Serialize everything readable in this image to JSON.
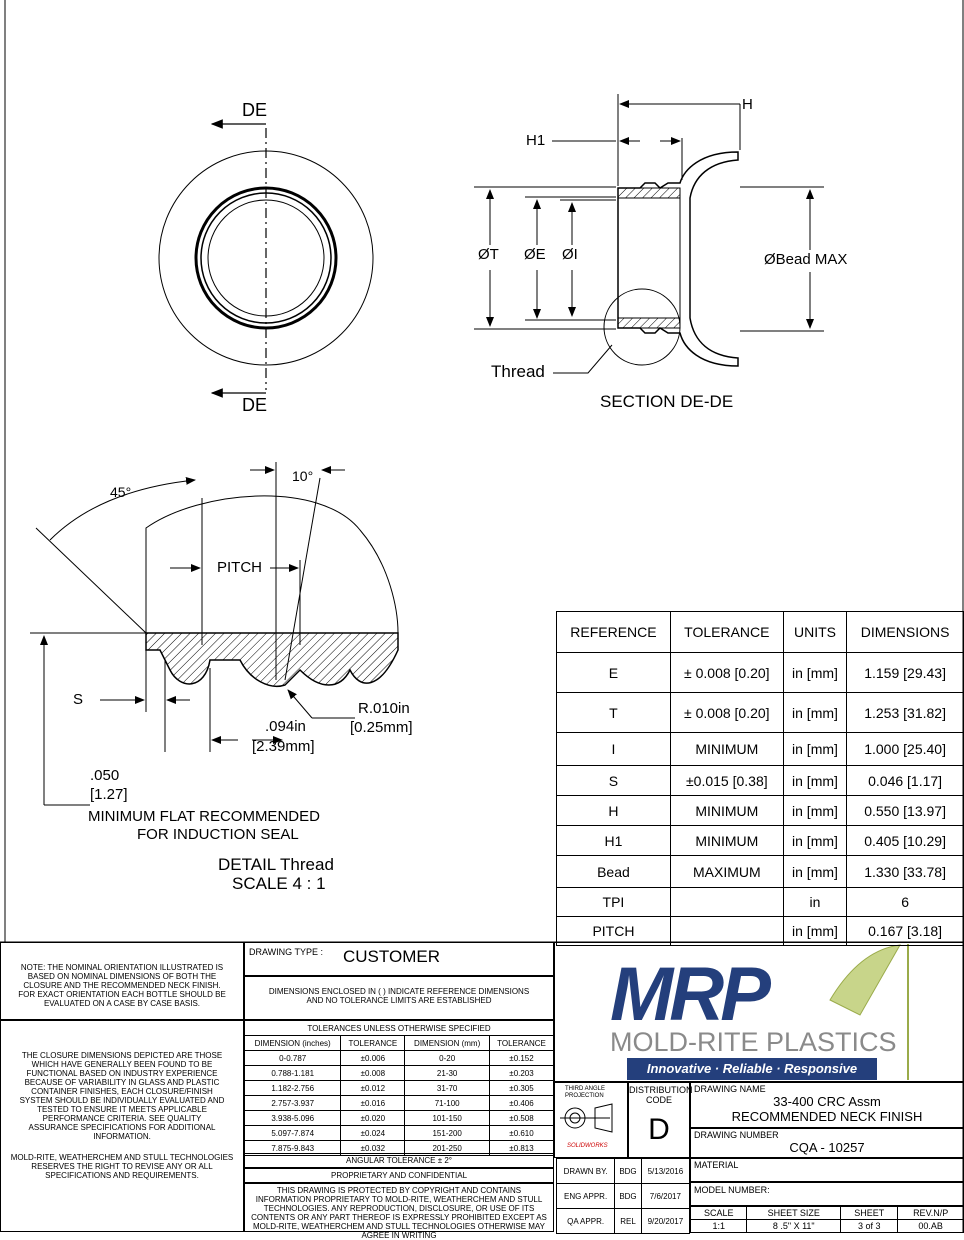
{
  "views": {
    "top_section_label": "DE",
    "bottom_section_label": "DE",
    "dim_H": "H",
    "dim_H1": "H1",
    "dim_T": "ØT",
    "dim_E": "ØE",
    "dim_I": "ØI",
    "dim_bead": "ØBead MAX",
    "thread_callout": "Thread",
    "section_title": "SECTION DE-DE",
    "angle_45": "45°",
    "angle_10": "10°",
    "pitch": "PITCH",
    "dim_S": "S",
    "radius_in": "R.010in",
    "radius_mm": "[0.25mm]",
    "width_in": ".094in",
    "width_mm": "[2.39mm]",
    "flat_in": ".050",
    "flat_mm": "[1.27]",
    "flat_note_1": "MINIMUM FLAT RECOMMENDED",
    "flat_note_2": "FOR INDUCTION SEAL",
    "detail_title": "DETAIL Thread",
    "detail_scale": "SCALE 4 : 1"
  },
  "dimension_table": {
    "headers": [
      "REFERENCE",
      "TOLERANCE",
      "UNITS",
      "DIMENSIONS"
    ],
    "rows": [
      [
        "E",
        "± 0.008 [0.20]",
        "in [mm]",
        "1.159 [29.43]"
      ],
      [
        "T",
        "± 0.008 [0.20]",
        "in [mm]",
        "1.253 [31.82]"
      ],
      [
        "I",
        "MINIMUM",
        "in [mm]",
        "1.000 [25.40]"
      ],
      [
        "S",
        "±0.015 [0.38]",
        "in [mm]",
        "0.046 [1.17]"
      ],
      [
        "H",
        "MINIMUM",
        "in [mm]",
        "0.550 [13.97]"
      ],
      [
        "H1",
        "MINIMUM",
        "in [mm]",
        "0.405 [10.29]"
      ],
      [
        "Bead",
        "MAXIMUM",
        "in [mm]",
        "1.330 [33.78]"
      ],
      [
        "TPI",
        "",
        "in",
        "6"
      ],
      [
        "PITCH",
        "",
        "in [mm]",
        "0.167 [3.18]"
      ]
    ]
  },
  "notes": {
    "orientation": "NOTE: THE NOMINAL ORIENTATION ILLUSTRATED IS BASED ON NOMINAL DIMENSIONS OF BOTH THE CLOSURE AND THE RECOMMENDED NECK FINISH. FOR EXACT ORIENTATION EACH BOTTLE SHOULD BE EVALUATED ON A CASE BY CASE BASIS.",
    "closure": "THE CLOSURE DIMENSIONS DEPICTED ARE THOSE WHICH HAVE GENERALLY BEEN FOUND TO BE FUNCTIONAL BASED ON INDUSTRY EXPERIENCE BECAUSE OF VARIABILITY IN GLASS AND PLASTIC CONTAINER FINISHES, EACH CLOSURE/FINISH SYSTEM SHOULD BE INDIVIDUALLY EVALUATED AND TESTED TO ENSURE IT MEETS APPLICABLE PERFORMANCE CRITERIA. SEE QUALITY ASSURANCE SPECIFICATIONS FOR ADDITIONAL INFORMATION.",
    "rights": "MOLD-RITE, WEATHERCHEM AND STULL TECHNOLOGIES RESERVES THE RIGHT TO REVISE ANY OR ALL SPECIFICATIONS AND REQUIREMENTS."
  },
  "title_block": {
    "drawing_type_label": "DRAWING TYPE :",
    "drawing_type": "CUSTOMER",
    "dimensions_note": "DIMENSIONS ENCLOSED IN ( ) INDICATE REFERENCE DIMENSIONS AND NO TOLERANCE LIMITS ARE ESTABLISHED",
    "tolerances_title": "TOLERANCES UNLESS OTHERWISE SPECIFIED",
    "tol_headers": [
      "DIMENSION (inches)",
      "TOLERANCE",
      "DIMENSION (mm)",
      "TOLERANCE"
    ],
    "tol_rows": [
      [
        "0-0.787",
        "±0.006",
        "0-20",
        "±0.152"
      ],
      [
        "0.788-1.181",
        "±0.008",
        "21-30",
        "±0.203"
      ],
      [
        "1.182-2.756",
        "±0.012",
        "31-70",
        "±0.305"
      ],
      [
        "2.757-3.937",
        "±0.016",
        "71-100",
        "±0.406"
      ],
      [
        "3.938-5.096",
        "±0.020",
        "101-150",
        "±0.508"
      ],
      [
        "5.097-7.874",
        "±0.024",
        "151-200",
        "±0.610"
      ],
      [
        "7.875-9.843",
        "±0.032",
        "201-250",
        "±0.813"
      ]
    ],
    "angular_tolerance": "ANGULAR TOLERANCE ± 2°",
    "proprietary": "PROPRIETARY AND CONFIDENTIAL",
    "copyright": "THIS DRAWING IS PROTECTED BY COPYRIGHT AND CONTAINS INFORMATION PROPRIETARY TO MOLD-RITE, WEATHERCHEM AND STULL TECHNOLOGIES. ANY REPRODUCTION, DISCLOSURE, OR USE OF ITS CONTENTS OR ANY PART THEREOF IS EXPRESSLY PROHIBITED EXCEPT AS MOLD-RITE, WEATHERCHEM AND STULL TECHNOLOGIES OTHERWISE MAY AGREE IN WRITING",
    "logo_text": "MRP",
    "company_name": "MOLD-RITE PLASTICS",
    "tagline": "Innovative · Reliable · Responsive",
    "projection": "THIRD ANGLE PROJECTION",
    "solidworks": "SOLIDWORKS",
    "distribution_code_label": "DISTRIBUTION CODE",
    "distribution_code": "D",
    "drawing_name_label": "DRAWING NAME",
    "drawing_name_1": "33-400 CRC Assm",
    "drawing_name_2": "RECOMMENDED NECK FINISH",
    "drawing_number_label": "DRAWING NUMBER",
    "drawing_number": "CQA - 10257",
    "material_label": "MATERIAL",
    "model_number_label": "MODEL NUMBER:",
    "signoffs": [
      [
        "DRAWN BY.",
        "BDG",
        "5/13/2016"
      ],
      [
        "ENG APPR.",
        "BDG",
        "7/6/2017"
      ],
      [
        "QA APPR.",
        "REL",
        "9/20/2017"
      ]
    ],
    "footer_headers": [
      "SCALE",
      "SHEET SIZE",
      "SHEET",
      "REV.N/P"
    ],
    "footer_values": [
      "1:1",
      "8 .5\" X 11\"",
      "3 of 3",
      "00.AB"
    ]
  }
}
